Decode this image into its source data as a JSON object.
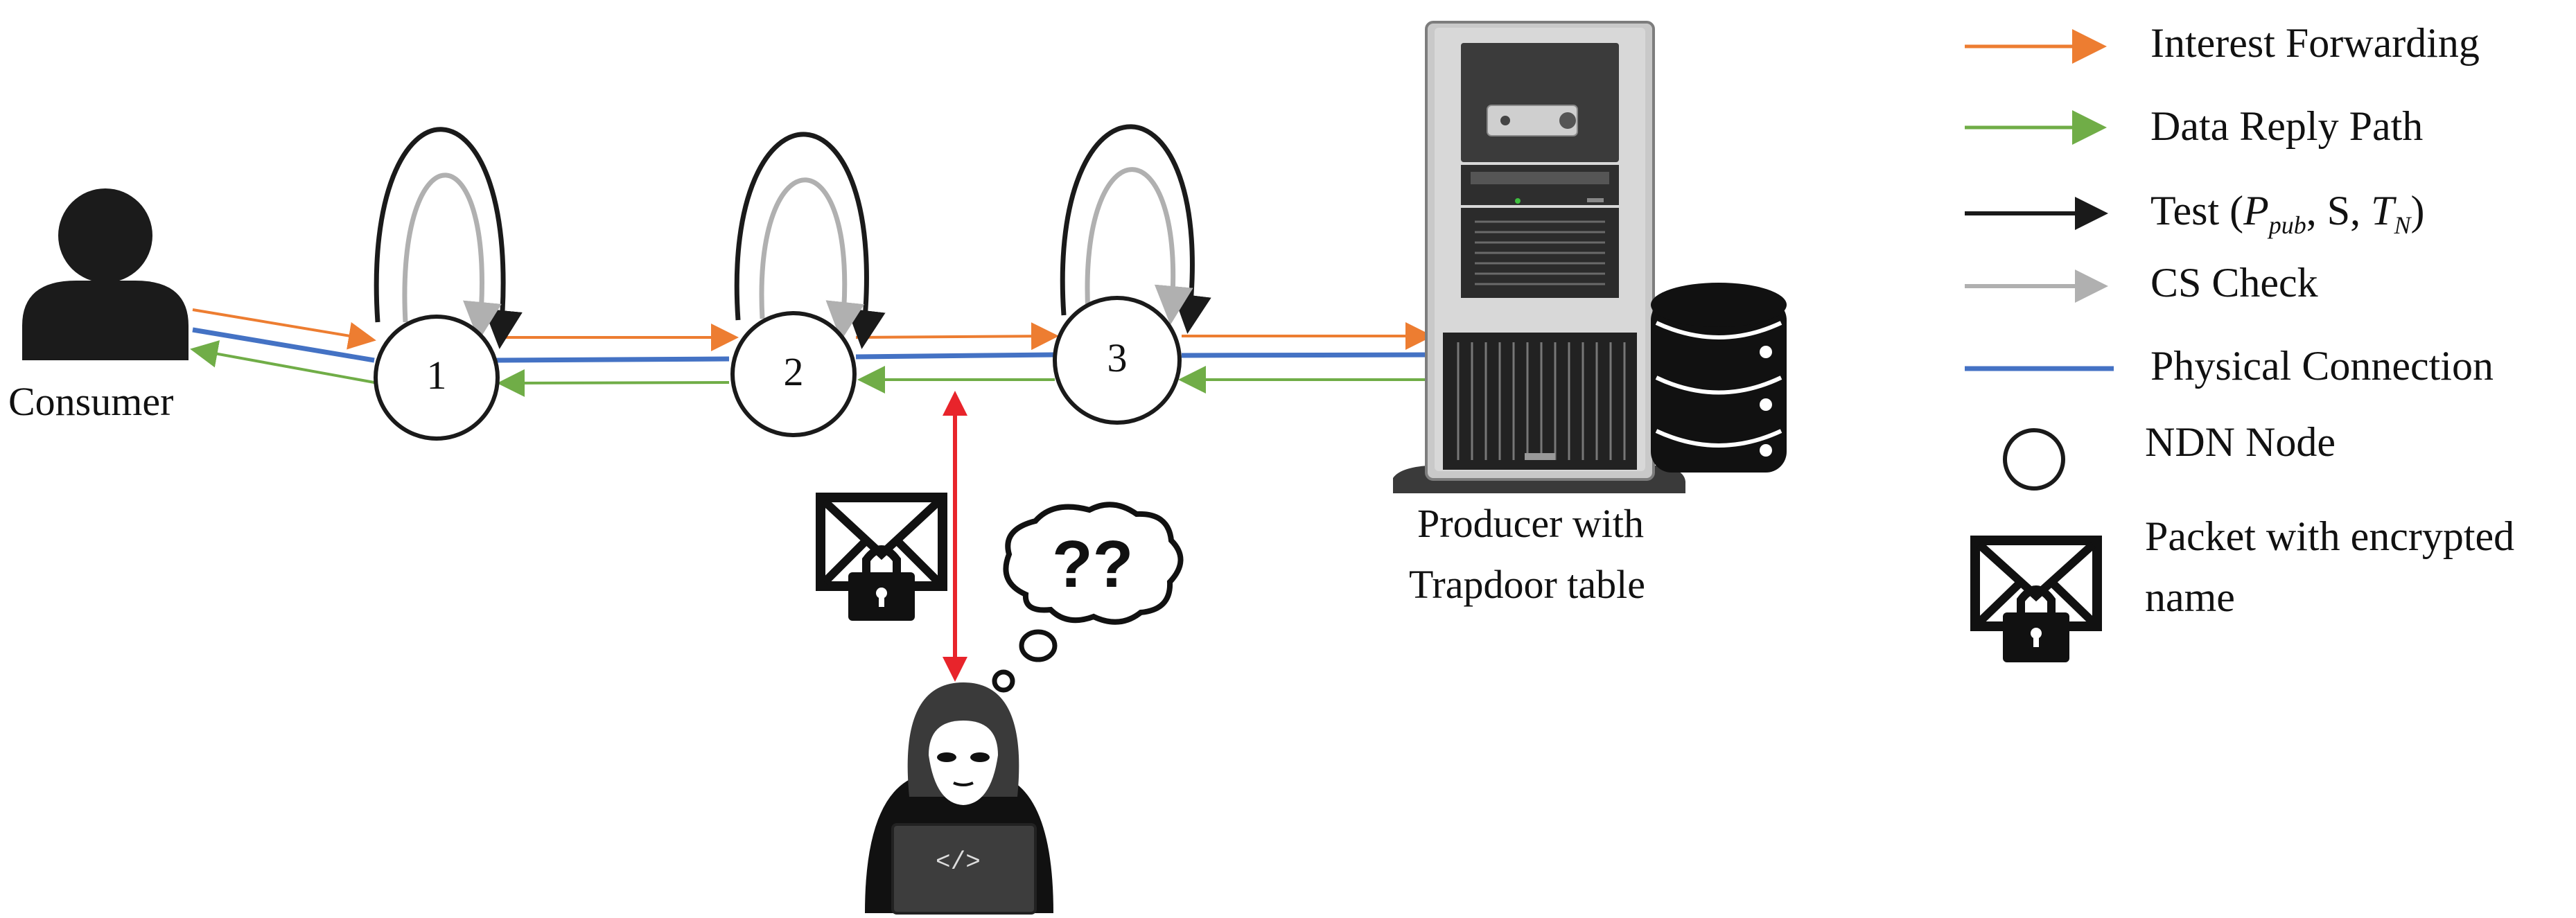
{
  "diagram": {
    "consumer_label": "Consumer",
    "nodes": [
      {
        "id": "node-1",
        "label": "1"
      },
      {
        "id": "node-2",
        "label": "2"
      },
      {
        "id": "node-3",
        "label": "3"
      }
    ],
    "producer_label_line1": "Producer with",
    "producer_label_line2": "Trapdoor table",
    "attacker_code_glyph": "</>",
    "thought_glyph": "??",
    "colors": {
      "interest": "#ed7d31",
      "data": "#70ad47",
      "test": "#1a1a1a",
      "cs_check": "#b0b0b0",
      "physical": "#4472c4",
      "attack": "#e8242b"
    }
  },
  "legend": {
    "interest_forwarding": "Interest Forwarding",
    "data_reply_path": "Data Reply Path",
    "test_prefix": "Test (",
    "test_p": "P",
    "test_p_sub": "pub",
    "test_mid": ", S, ",
    "test_t": "T",
    "test_t_sub": "N",
    "test_suffix": ")",
    "cs_check": "CS Check",
    "physical_connection": "Physical Connection",
    "ndn_node": "NDN Node",
    "packet_line1": "Packet with encrypted",
    "packet_line2": "name"
  }
}
